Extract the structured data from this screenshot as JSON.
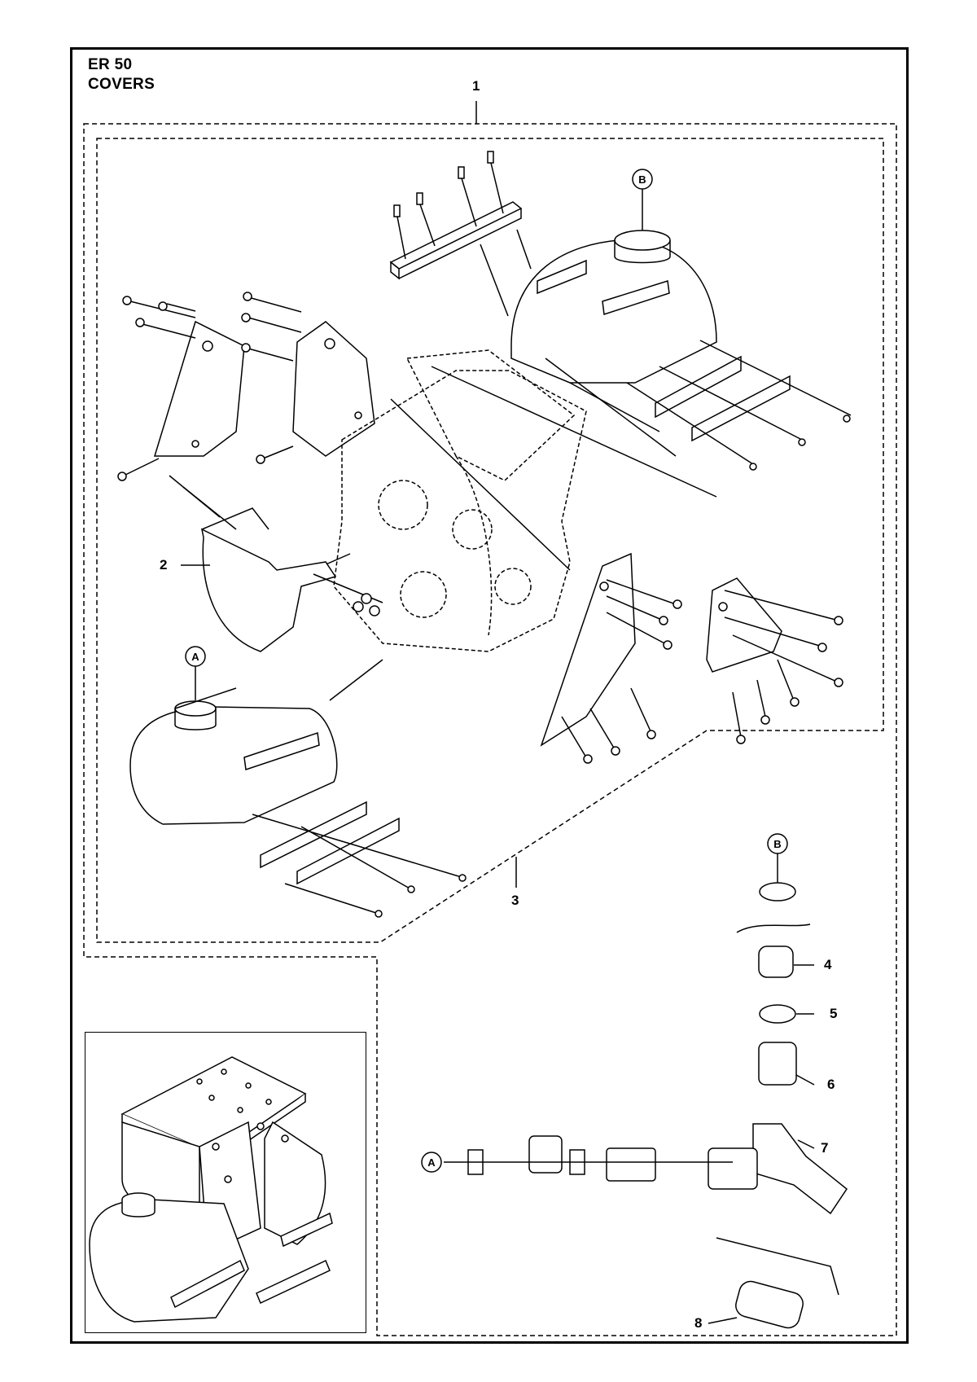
{
  "header": {
    "model": "ER 50",
    "section": "COVERS"
  },
  "callouts": [
    {
      "id": "1",
      "label": "1"
    },
    {
      "id": "2",
      "label": "2"
    },
    {
      "id": "3",
      "label": "3"
    },
    {
      "id": "4",
      "label": "4"
    },
    {
      "id": "5",
      "label": "5"
    },
    {
      "id": "6",
      "label": "6"
    },
    {
      "id": "7",
      "label": "7"
    },
    {
      "id": "8",
      "label": "8"
    }
  ],
  "connectors": {
    "a_label": "A",
    "b_label": "B"
  }
}
